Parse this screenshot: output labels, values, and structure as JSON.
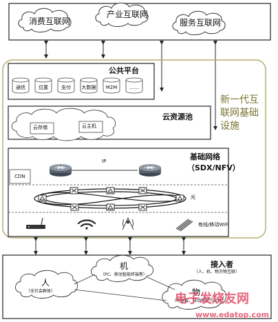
{
  "top_clouds": [
    "消费互联网",
    "产业互联网",
    "服务互联网"
  ],
  "side_label": "新一代互联网基础设施",
  "public_platform": {
    "title": "公共平台",
    "items": [
      "通信",
      "位置",
      "支付",
      "大数据",
      "M2M",
      "……"
    ]
  },
  "cloud_pool": {
    "title": "云资源池",
    "items": [
      "云存储",
      "云主机"
    ]
  },
  "base_network": {
    "title": "基础网络",
    "subtitle": "（SDX/NFV）",
    "cdn_label": "CDN",
    "ip_label": "IP",
    "optical_label": "光",
    "access_label": "有线/移动WiFi"
  },
  "access": {
    "title": "接入者",
    "subtitle": "（人、机、物万物互联）",
    "person": "人",
    "person_sub": "（全社会群体）",
    "machine": "机",
    "machine_sub": "（PC、移动智能终端等）",
    "thing": "物",
    "thing_sub": "（可穿戴、自动驾驶汽车等）"
  },
  "watermark": {
    "cn": "电子发烧友网",
    "url": "www.edatop.com"
  }
}
